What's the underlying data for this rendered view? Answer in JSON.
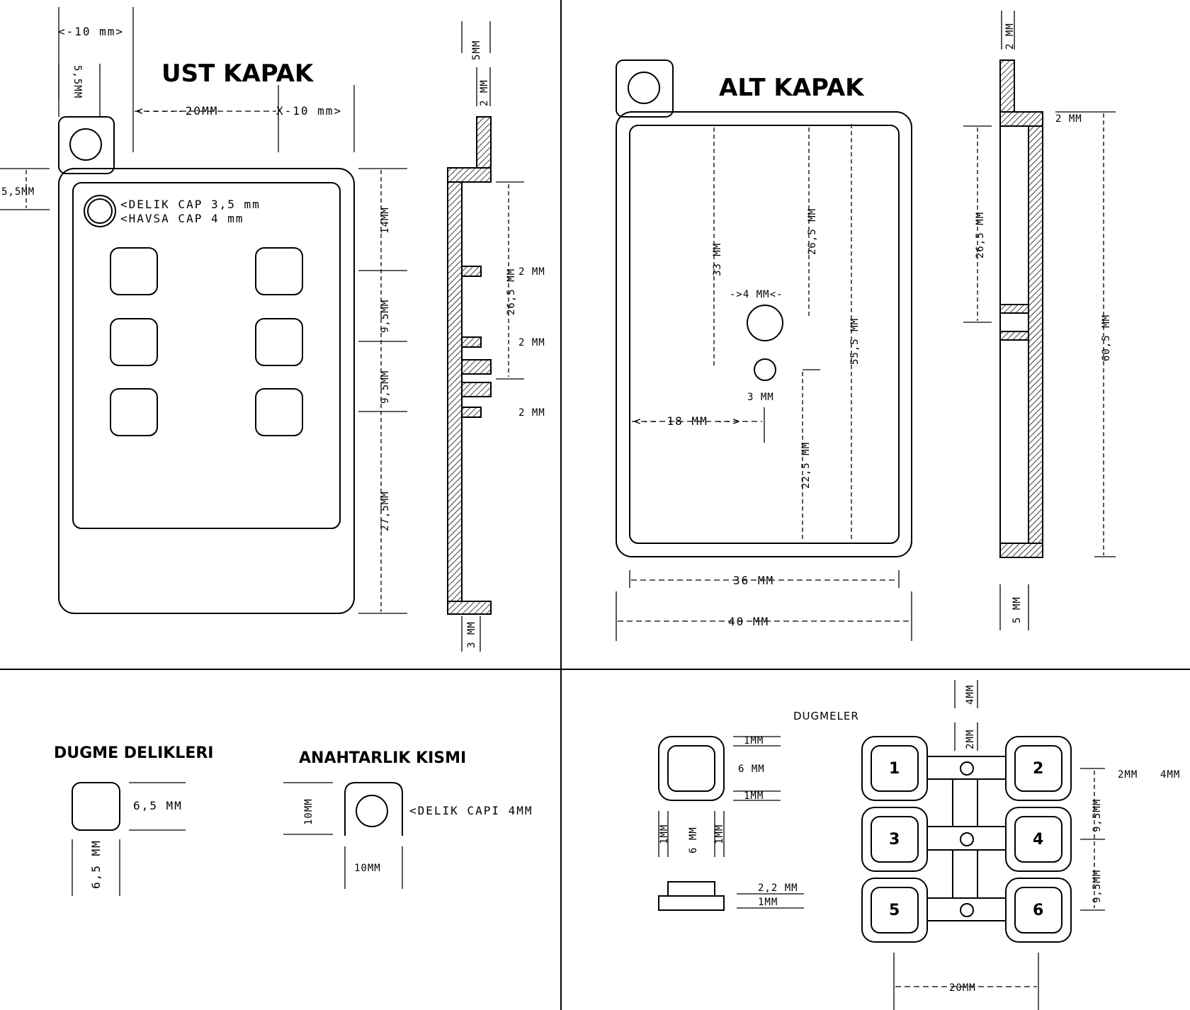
{
  "top_left": {
    "title": "UST KAPAK",
    "dims": {
      "w10_top": "<-10 mm>",
      "w5_5_top": "5,5MM",
      "w20": "<-----20MM",
      "w10_right": "X-10 mm>",
      "h5_5_left": "5,5MM",
      "hole_dia": "<DELIK CAP 3,5 mm",
      "havsa_dia": "<HAVSA CAP 4 mm",
      "v14": "14MM",
      "v9_5a": "9,5MM",
      "v9_5b": "9,5MM",
      "v27_5": "27,5MM"
    },
    "section": {
      "d5mm": "5MM",
      "d2mm_top": "2 MM",
      "d26_5": "26,5 MM",
      "d2mm_a": "2 MM",
      "d2mm_b": "2 MM",
      "d2mm_c": "2 MM",
      "d3mm": "3 MM"
    }
  },
  "top_right": {
    "title": "ALT KAPAK",
    "dims": {
      "v33": "33 MM",
      "v26_5": "26,5 MM",
      "v55_5": "55,5 MM",
      "hole4": "->4 MM<-",
      "hole3": "3 MM",
      "h18": "<-- 18 MM -->",
      "v22_5": "22,5 MM",
      "w36": "36 MM",
      "w40": "40 MM"
    },
    "section": {
      "d2mm_top": "2 MM",
      "d2mm_side": "2 MM",
      "d26_5": "26,5 MM",
      "d60_5": "60,5 MM",
      "d5mm": "5 MM"
    }
  },
  "bottom_left": {
    "dugme_title": "DUGME DELIKLERI",
    "dugme_h": "6,5 MM",
    "dugme_w": "6,5 MM",
    "anahtar_title": "ANAHTARLIK KISMI",
    "anahtar_h": "10MM",
    "anahtar_hole": "<DELIK CAPI 4MM",
    "anahtar_w": "10MM"
  },
  "bottom_right": {
    "title": "DUGMELER",
    "btn_1mm_top": "1MM",
    "btn_6mm": "6 MM",
    "btn_1mm_bot": "1MM",
    "btn_1mm_left": "1MM",
    "btn_6mm_w": "6 MM",
    "btn_1mm_right": "1MM",
    "side_2_2": "2,2 MM",
    "side_1mm": "1MM",
    "top_4mm": "4MM",
    "top_2mm": "2MM",
    "right_2mm": "2MM",
    "right_4mm": "4MM",
    "v9_5a": "9,5MM",
    "v9_5b": "9,5MM",
    "w20": "20MM",
    "buttons": [
      "1",
      "2",
      "3",
      "4",
      "5",
      "6"
    ]
  }
}
